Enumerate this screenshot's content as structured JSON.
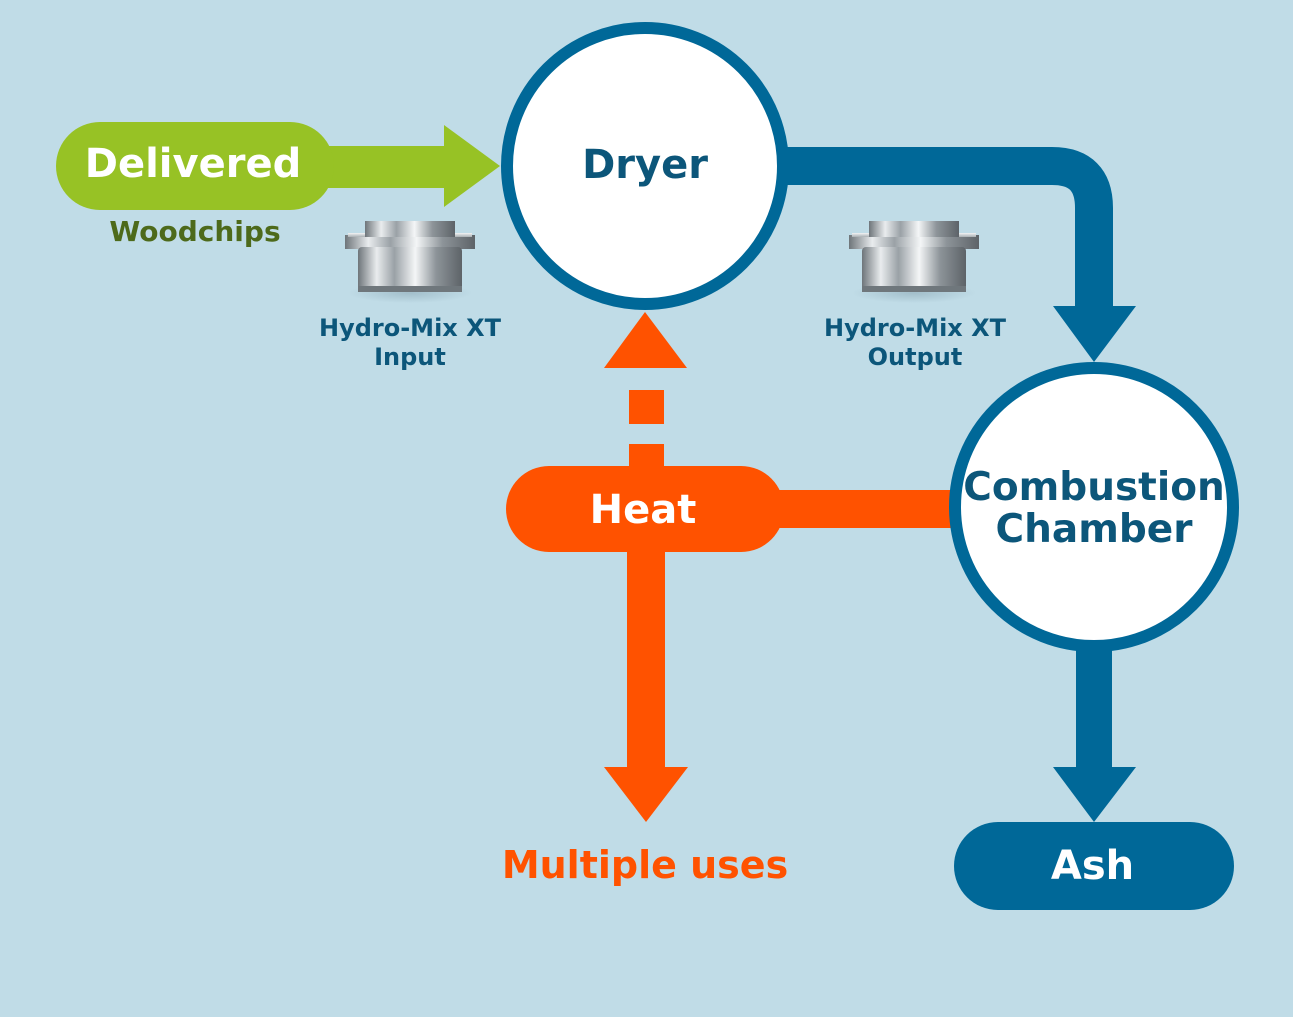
{
  "nodes": {
    "delivered": "Delivered",
    "woodchips": "Woodchips",
    "dryer": "Dryer",
    "heat": "Heat",
    "combustion_line1": "Combustion",
    "combustion_line2": "Chamber",
    "ash": "Ash",
    "multiple_uses": "Multiple uses"
  },
  "devices": {
    "input_line1": "Hydro-Mix XT",
    "input_line2": "Input",
    "output_line1": "Hydro-Mix XT",
    "output_line2": "Output"
  },
  "colors": {
    "background": "#c0dce7",
    "green": "#97c225",
    "blue": "#006898",
    "orange": "#ff5200",
    "text_blue": "#0c567a",
    "text_green": "#4d6a1b"
  },
  "icons": {
    "input_device": "metal-fitting-icon",
    "output_device": "metal-fitting-icon"
  }
}
